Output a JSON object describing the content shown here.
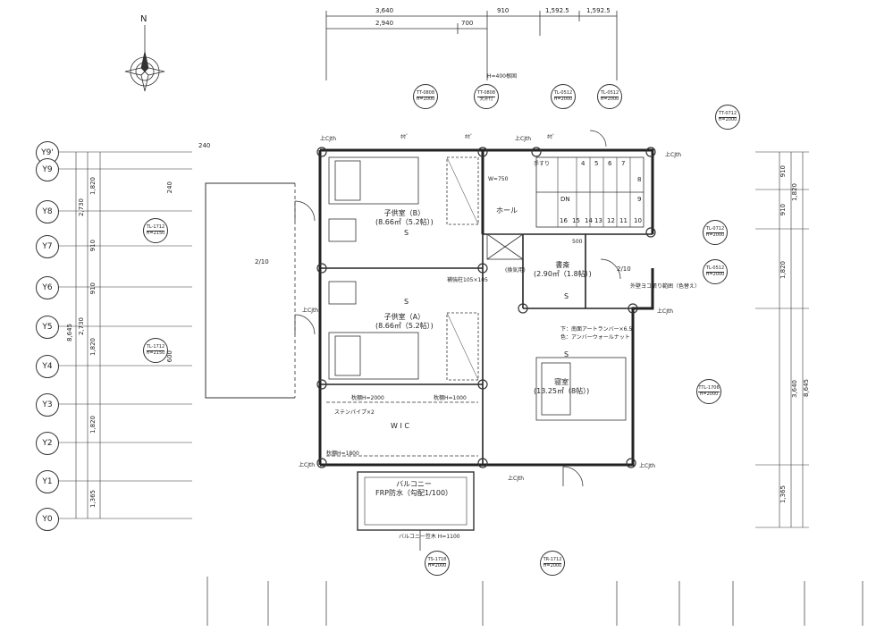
{
  "compass": {
    "north": "N"
  },
  "top_dims": {
    "row1": [
      "3,640",
      "910",
      "1,592.5",
      "1,592.5"
    ],
    "row2": [
      "2,940",
      "700"
    ]
  },
  "left_grid": [
    "Y9'",
    "Y9",
    "Y8",
    "Y7",
    "Y6",
    "Y5",
    "Y4",
    "Y3",
    "Y2",
    "Y1",
    "Y0"
  ],
  "left_dims": {
    "inner": [
      "1,820",
      "910",
      "910",
      "1,820",
      "1,820",
      "1,365"
    ],
    "mid": [
      "2,730",
      "2,730"
    ],
    "total": "8,645",
    "small": [
      "240",
      "240",
      "600"
    ]
  },
  "right_dims": {
    "inner": [
      "910",
      "910",
      "1,820",
      "1,365"
    ],
    "mid": [
      "1,820",
      "3,640"
    ],
    "total": "8,645"
  },
  "rooms": {
    "child_b": {
      "name": "子供室（B）",
      "area": "(8.66㎡（5.2帖）)"
    },
    "child_a": {
      "name": "子供室（A）",
      "area": "(8.66㎡（5.2帖）)"
    },
    "hall": {
      "name": "ホール"
    },
    "study": {
      "name": "書斎",
      "area": "(2.90㎡（1.8帖）)"
    },
    "bedroom": {
      "name": "寝室",
      "area": "(13.25㎡（8帖）)"
    },
    "wic": {
      "name": "W I C"
    },
    "balcony": {
      "name": "バルコニー",
      "note": "FRP防水（勾配1/100）"
    }
  },
  "annotations": {
    "balcony_rail": "バルコニー笠木 H=1100",
    "top_note": "H=400根固",
    "ceiling_note": "外壁ヨコ張り範囲（色替え）",
    "column_note": "補強柱105×105",
    "lumber_note": "下：南面アートランバー×6.5",
    "lumber_color": "色：アンバーウォールナット",
    "pipe_note": "ステンパイプ×2",
    "shelf_a": "枕棚H=2000",
    "shelf_b": "枕棚H=1800",
    "shelf_c": "枕棚H=1000",
    "ventilation": "(換気用)",
    "slope_a": "2/10",
    "slope_b": "2/10",
    "stair_dn": "DN",
    "stair_nums_top": [
      "4",
      "5",
      "6",
      "7"
    ],
    "stair_nums_side": [
      "8",
      "9",
      "10"
    ],
    "stair_nums_bottom": [
      "16",
      "15",
      "14",
      "13",
      "12",
      "11"
    ],
    "width_note": "W=750",
    "step_note": "手すり",
    "dim_500": "500",
    "s_mark": "S"
  },
  "sash_tags": [
    {
      "t1": "TT-0808",
      "t2": "H=2000"
    },
    {
      "t1": "TT-0808",
      "t2": "天井付"
    },
    {
      "t1": "TL-0512",
      "t2": "H=2000"
    },
    {
      "t1": "TL-0512",
      "t2": "H=2000"
    },
    {
      "t1": "TT-0712",
      "t2": "H=2000"
    },
    {
      "t1": "TL-1712",
      "t2": "H=2150"
    },
    {
      "t1": "TL-0712",
      "t2": "H=2000"
    },
    {
      "t1": "TL-0512",
      "t2": "H=2000"
    },
    {
      "t1": "TL-1712",
      "t2": "H=2150"
    },
    {
      "t1": "TTL-1706",
      "t2": "H=2000"
    },
    {
      "t1": "TS-1718",
      "t2": "H=2000"
    },
    {
      "t1": "TR-1712",
      "t2": "H=2000"
    }
  ],
  "wall_marks": {
    "ka": "ﾎｾﾞ",
    "cjth": "上CJth"
  }
}
